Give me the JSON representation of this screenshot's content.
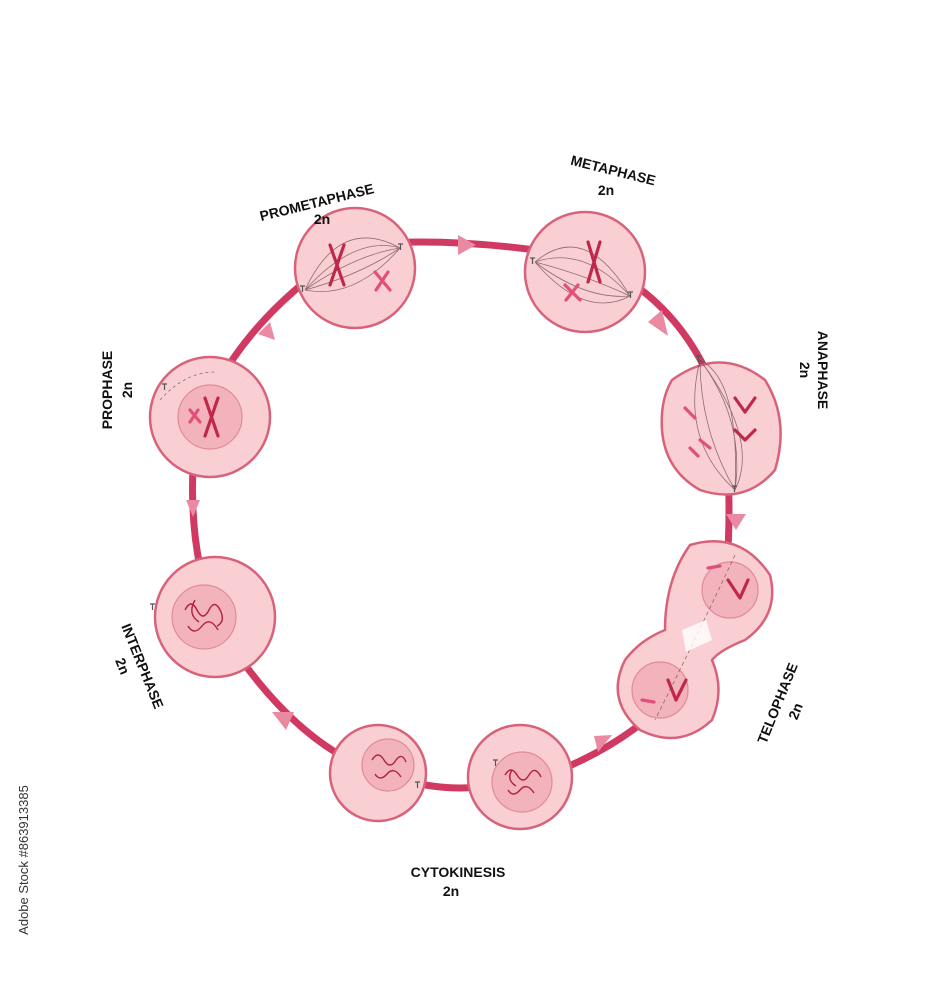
{
  "colors": {
    "ring": "#d03a62",
    "arrow": "#e98aa2",
    "cell_fill": "#f9cfd4",
    "cell_stroke": "#d8627a",
    "chromosome": "#c0284a"
  },
  "phases": [
    {
      "id": "prophase",
      "name": "PROPHASE",
      "ploidy": "2n"
    },
    {
      "id": "prometaphase",
      "name": "PROMETAPHASE",
      "ploidy": "2n"
    },
    {
      "id": "metaphase",
      "name": "METAPHASE",
      "ploidy": "2n"
    },
    {
      "id": "anaphase",
      "name": "ANAPHASE",
      "ploidy": "2n"
    },
    {
      "id": "telophase",
      "name": "TELOPHASE",
      "ploidy": "2n"
    },
    {
      "id": "cytokinesis",
      "name": "CYTOKINESIS",
      "ploidy": "2n"
    },
    {
      "id": "interphase",
      "name": "INTERPHASE",
      "ploidy": "2n"
    }
  ],
  "watermark": {
    "stock_id": "#863913385",
    "brand": "Adobe Stock"
  }
}
